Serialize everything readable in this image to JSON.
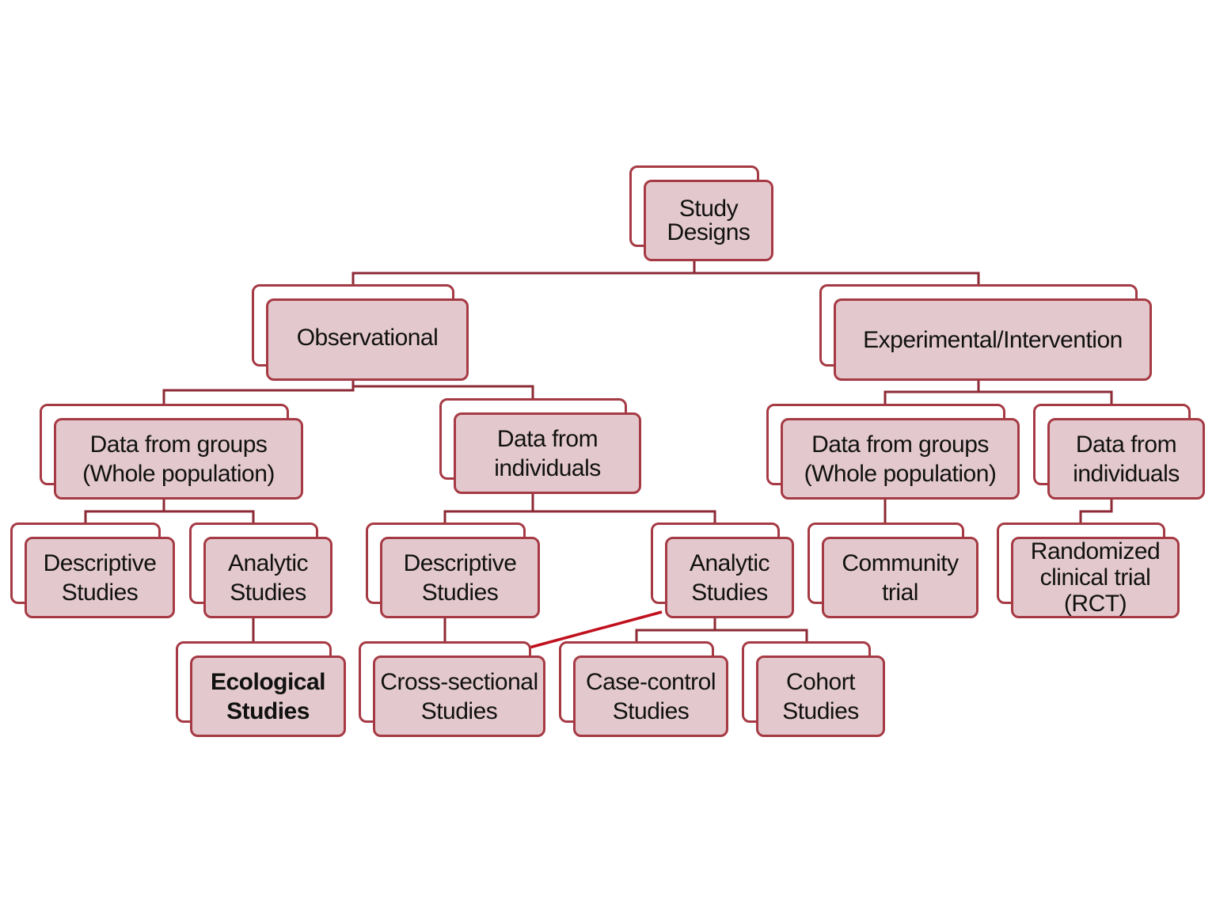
{
  "nodes": {
    "study_designs": [
      "Study",
      "Designs"
    ],
    "observational": [
      "Observational"
    ],
    "experimental": [
      "Experimental/Intervention"
    ],
    "obs_groups": [
      "Data from groups",
      "(Whole population)"
    ],
    "obs_individuals": [
      "Data from",
      "individuals"
    ],
    "exp_groups": [
      "Data from groups",
      "(Whole population)"
    ],
    "exp_individuals": [
      "Data from",
      "individuals"
    ],
    "obs_groups_descriptive": [
      "Descriptive",
      "Studies"
    ],
    "obs_groups_analytic": [
      "Analytic",
      "Studies"
    ],
    "obs_ind_descriptive": [
      "Descriptive",
      "Studies"
    ],
    "obs_ind_analytic": [
      "Analytic",
      "Studies"
    ],
    "community_trial": [
      "Community",
      "trial"
    ],
    "rct": [
      "Randomized",
      "clinical trial",
      "(RCT)"
    ],
    "ecological": [
      "Ecological",
      "Studies"
    ],
    "cross_sectional": [
      "Cross-sectional",
      "Studies"
    ],
    "case_control": [
      "Case-control",
      "Studies"
    ],
    "cohort": [
      "Cohort",
      "Studies"
    ]
  },
  "colors": {
    "border": "#a63a44",
    "fill": "#e3c9cd",
    "connector": "#8c2a35",
    "highlight_line": "#c0101e"
  }
}
